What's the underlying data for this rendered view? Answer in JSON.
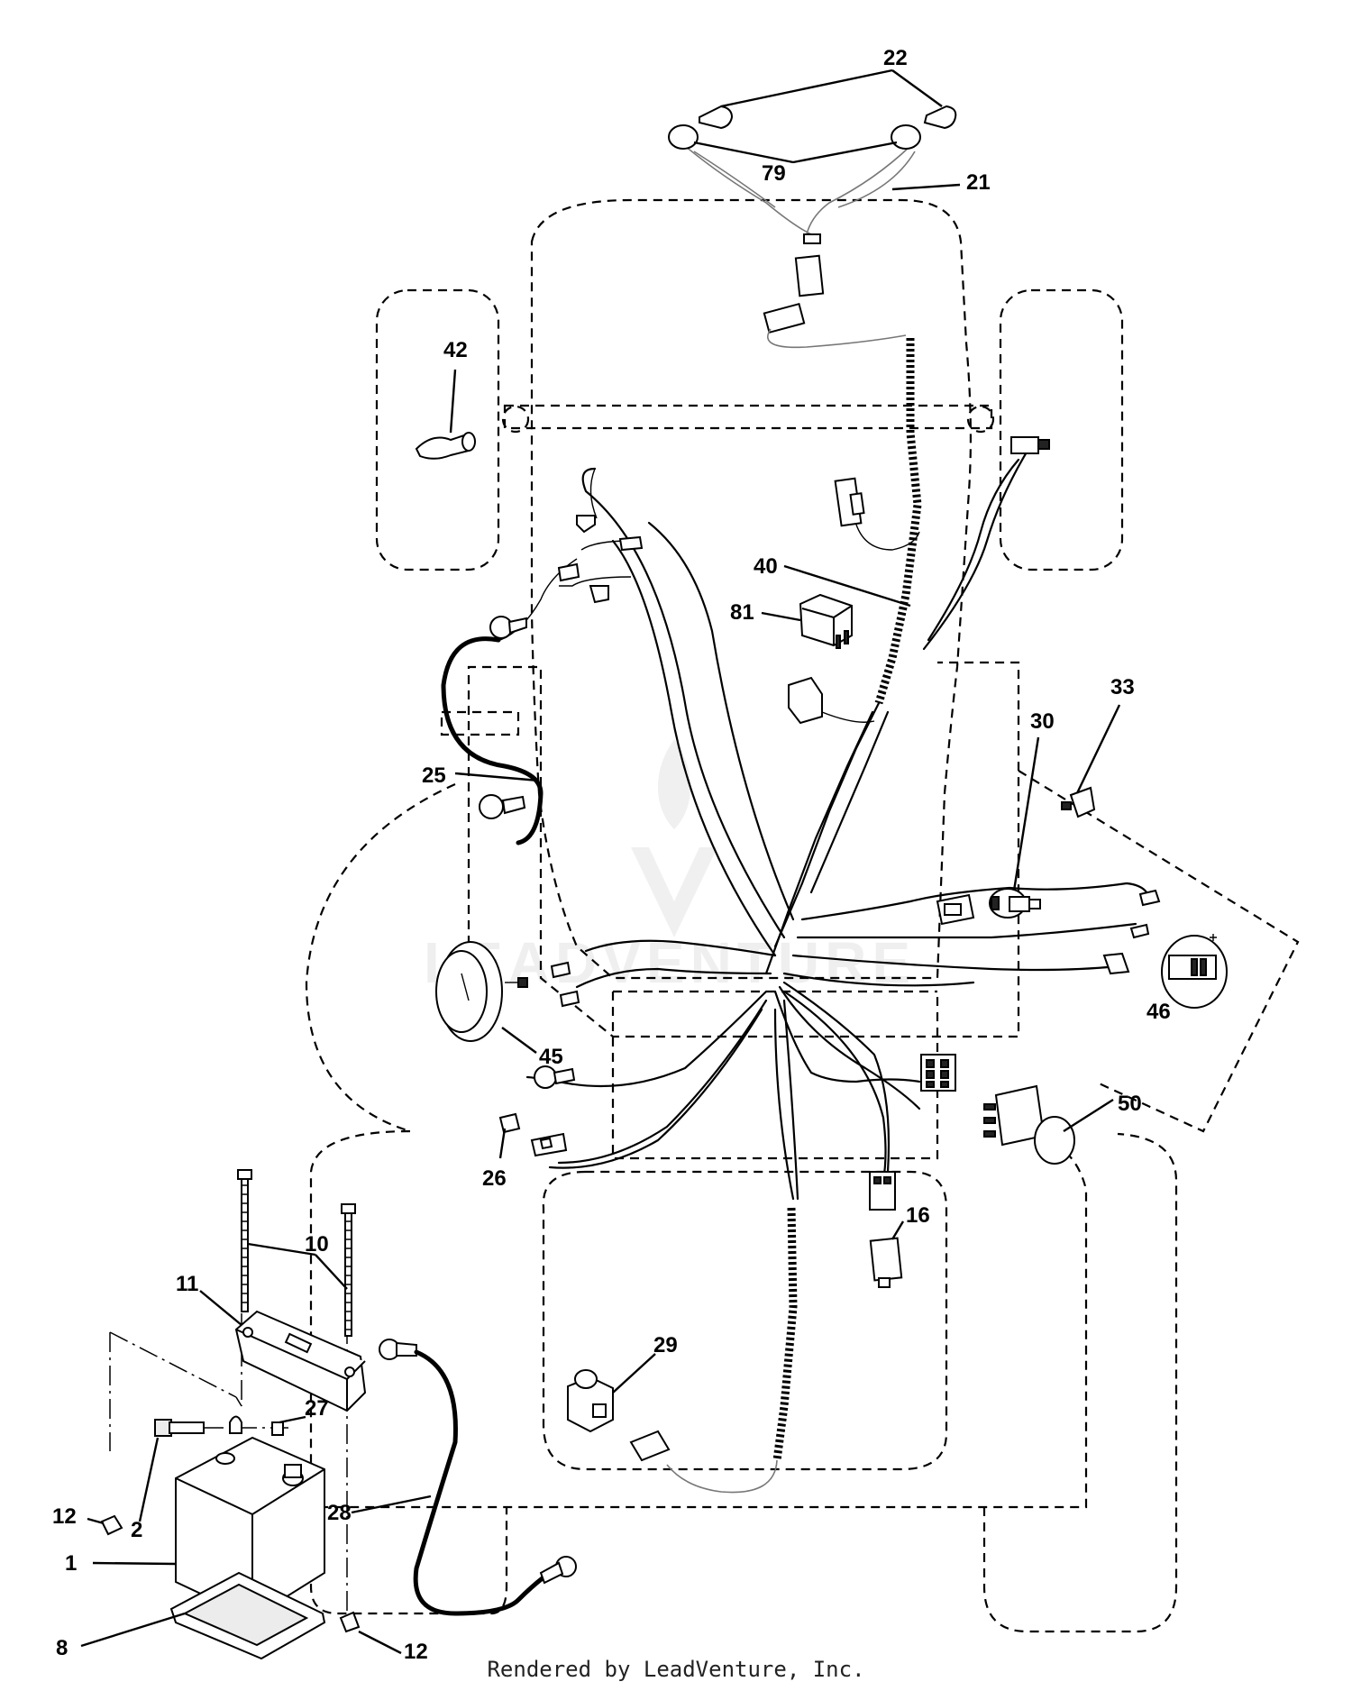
{
  "diagram": {
    "callouts": [
      {
        "id": "c22",
        "label": "22"
      },
      {
        "id": "c79",
        "label": "79"
      },
      {
        "id": "c21",
        "label": "21"
      },
      {
        "id": "c42",
        "label": "42"
      },
      {
        "id": "c40",
        "label": "40"
      },
      {
        "id": "c81",
        "label": "81"
      },
      {
        "id": "c33",
        "label": "33"
      },
      {
        "id": "c30",
        "label": "30"
      },
      {
        "id": "c25",
        "label": "25"
      },
      {
        "id": "c45",
        "label": "45"
      },
      {
        "id": "c46",
        "label": "46"
      },
      {
        "id": "c50",
        "label": "50"
      },
      {
        "id": "c26",
        "label": "26"
      },
      {
        "id": "c16",
        "label": "16"
      },
      {
        "id": "c10",
        "label": "10"
      },
      {
        "id": "c11",
        "label": "11"
      },
      {
        "id": "c29",
        "label": "29"
      },
      {
        "id": "c27",
        "label": "27"
      },
      {
        "id": "c28",
        "label": "28"
      },
      {
        "id": "c12a",
        "label": "12"
      },
      {
        "id": "c2",
        "label": "2"
      },
      {
        "id": "c1",
        "label": "1"
      },
      {
        "id": "c8",
        "label": "8"
      },
      {
        "id": "c12b",
        "label": "12"
      }
    ],
    "watermark": "LEADVENTURE"
  },
  "footer": {
    "text": "Rendered by LeadVenture, Inc."
  }
}
